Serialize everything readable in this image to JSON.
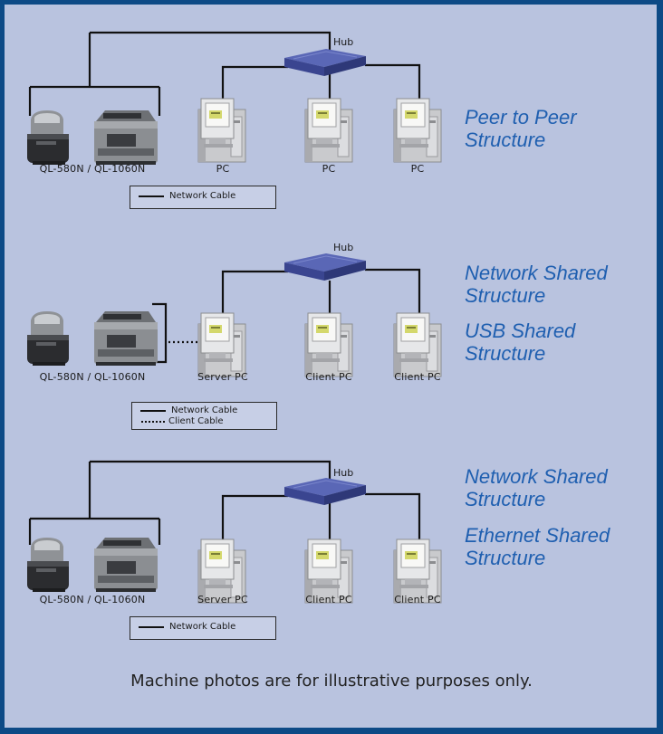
{
  "colors": {
    "border": "#0d4a86",
    "panel": "#b9c3df",
    "title": "#1f5fb0",
    "hub": "#4a57a6",
    "cable": "#111111"
  },
  "icons": [
    "label-printer-icon",
    "desktop-pc-icon",
    "network-hub-icon"
  ],
  "sections": [
    {
      "title_line1": "Peer to Peer",
      "title_line2": "Structure",
      "hub_label": "Hub",
      "printer_label": "QL-580N / QL-1060N",
      "pc_labels": [
        "PC",
        "PC",
        "PC"
      ],
      "legend": {
        "network_cable": "Network Cable"
      }
    },
    {
      "title_line1": "Network Shared",
      "title_line2": "Structure",
      "title2_line1": "USB Shared",
      "title2_line2": "Structure",
      "hub_label": "Hub",
      "printer_label": "QL-580N / QL-1060N",
      "pc_labels": [
        "Server PC",
        "Client PC",
        "Client PC"
      ],
      "legend": {
        "network_cable": "Network Cable",
        "client_cable": "Client Cable"
      }
    },
    {
      "title_line1": "Network Shared",
      "title_line2": "Structure",
      "title2_line1": "Ethernet Shared",
      "title2_line2": "Structure",
      "hub_label": "Hub",
      "printer_label": "QL-580N / QL-1060N",
      "pc_labels": [
        "Server PC",
        "Client PC",
        "Client PC"
      ],
      "legend": {
        "network_cable": "Network Cable"
      }
    }
  ],
  "footnote": "Machine photos are for illustrative purposes only."
}
